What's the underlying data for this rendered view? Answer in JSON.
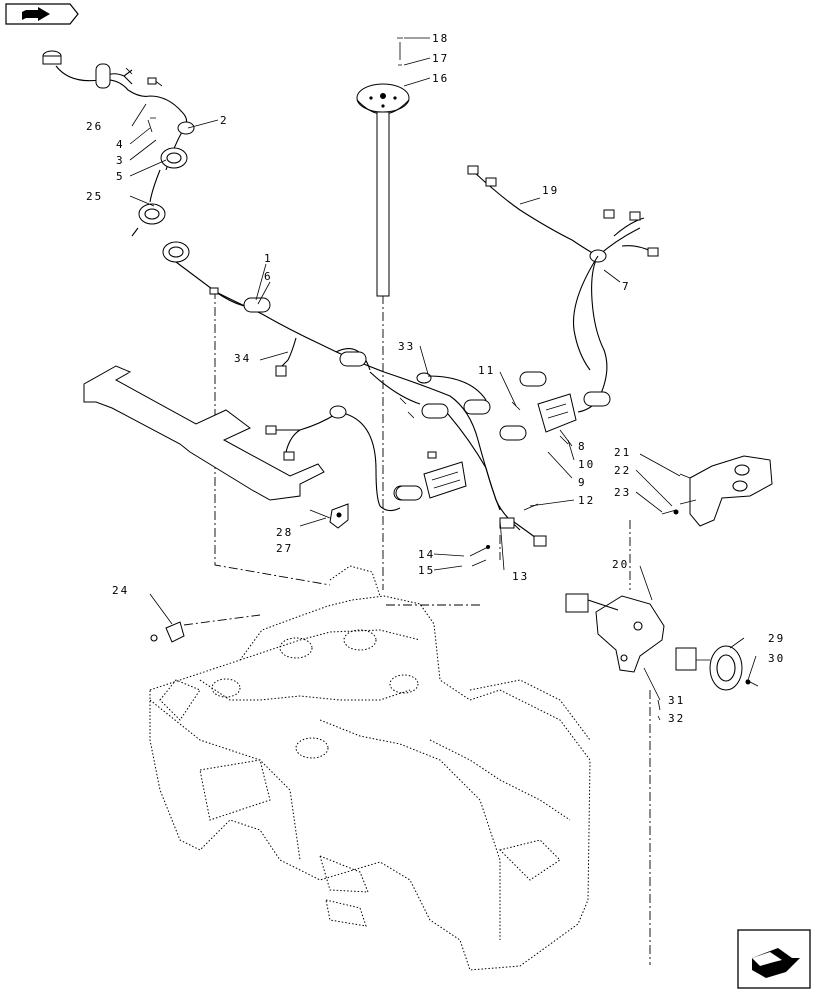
{
  "navigation": {
    "prev_icon": "arrow-back-icon",
    "next_icon": "arrow-next-icon"
  },
  "callouts": {
    "c1": "1",
    "c2": "2",
    "c3": "3",
    "c4": "4",
    "c5": "5",
    "c6": "6",
    "c7": "7",
    "c8": "8",
    "c9": "9",
    "c10": "10",
    "c11": "11",
    "c12": "12",
    "c13": "13",
    "c14": "14",
    "c15": "15",
    "c16": "16",
    "c17": "17",
    "c18": "18",
    "c19": "19",
    "c20": "20",
    "c21": "21",
    "c22": "22",
    "c23": "23",
    "c24": "24",
    "c25": "25",
    "c26": "26",
    "c27": "27",
    "c28": "28",
    "c29": "29",
    "c30": "30",
    "c31": "31",
    "c32": "32",
    "c33": "33",
    "c34": "34"
  }
}
